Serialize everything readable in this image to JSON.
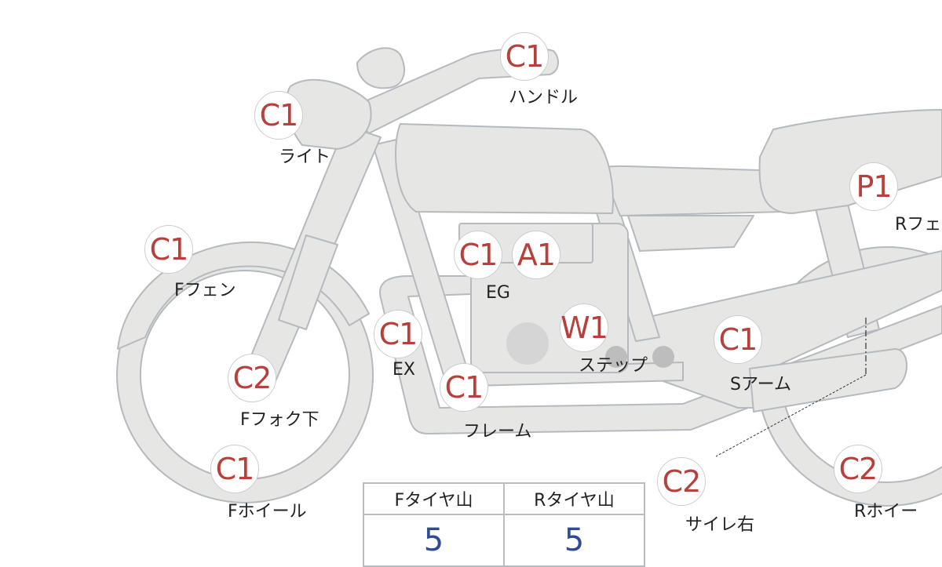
{
  "badges": {
    "handle": "C1",
    "light": "C1",
    "r_fender": "P1",
    "f_fender": "C1",
    "engine_c": "C1",
    "engine_a": "A1",
    "step": "W1",
    "exhaust": "C1",
    "swingarm": "C1",
    "f_fork": "C2",
    "frame": "C1",
    "muffler": "C2",
    "r_wheel": "C2",
    "f_wheel": "C1"
  },
  "labels": {
    "handle": "ハンドル",
    "light": "ライト",
    "r_fender": "Rフェ",
    "f_fender": "Fフェン",
    "engine": "EG",
    "exhaust": "EX",
    "step": "ステップ",
    "swingarm": "Sアーム",
    "f_fork": "Fフォク下",
    "frame": "フレーム",
    "muffler": "サイレ右",
    "r_wheel": "Rホイー",
    "f_wheel": "Fホイール"
  },
  "tire_table": {
    "headers": [
      "Fタイヤ山",
      "Rタイヤ山"
    ],
    "values": [
      "5",
      "5"
    ]
  },
  "colors": {
    "part_fill": "#e6e6e4",
    "part_stroke": "#b5babe",
    "badge_text": "#b8403c",
    "value_text": "#2d4a9b"
  }
}
